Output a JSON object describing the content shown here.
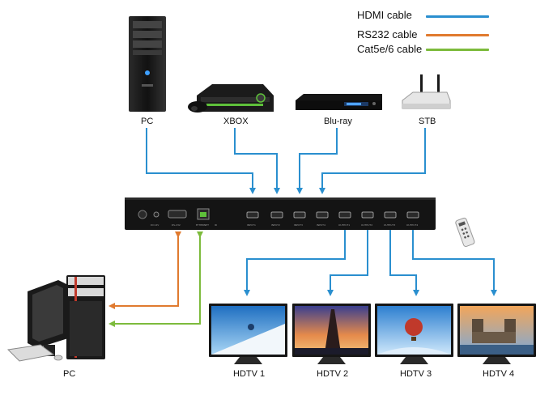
{
  "legend": [
    {
      "label": "HDMI cable",
      "color": "#2a8fcf"
    },
    {
      "label": "RS232 cable",
      "color": "#e07a2f"
    },
    {
      "label": "Cat5e/6 cable",
      "color": "#7dbb3c"
    }
  ],
  "sources": {
    "pc": "PC",
    "xbox": "XBOX",
    "bluray": "Blu-ray",
    "stb": "STB"
  },
  "displays": [
    "HDTV 1",
    "HDTV 2",
    "HDTV 3",
    "HDTV 4"
  ],
  "control_pc": "PC",
  "matrix": {
    "port_labels": [
      "INPUT1",
      "INPUT2",
      "INPUT3",
      "INPUT4",
      "OUTPUT1",
      "OUTPUT2",
      "OUTPUT3",
      "OUTPUT4"
    ],
    "dc_label": "DC12V",
    "rs232_label": "RS-232",
    "ethernet_label": "ETHERNET",
    "ir_label": "IR"
  },
  "icons": {
    "pc_tower": "desktop-tower-icon",
    "xbox": "game-console-icon",
    "bluray": "bluray-player-icon",
    "stb": "router-set-top-box-icon",
    "remote": "ir-remote-icon",
    "control_pc": "desktop-computer-icon",
    "tv": "television-icon"
  },
  "colors": {
    "hdmi": "#2a8fcf",
    "rs232": "#e07a2f",
    "cat5": "#7dbb3c"
  }
}
